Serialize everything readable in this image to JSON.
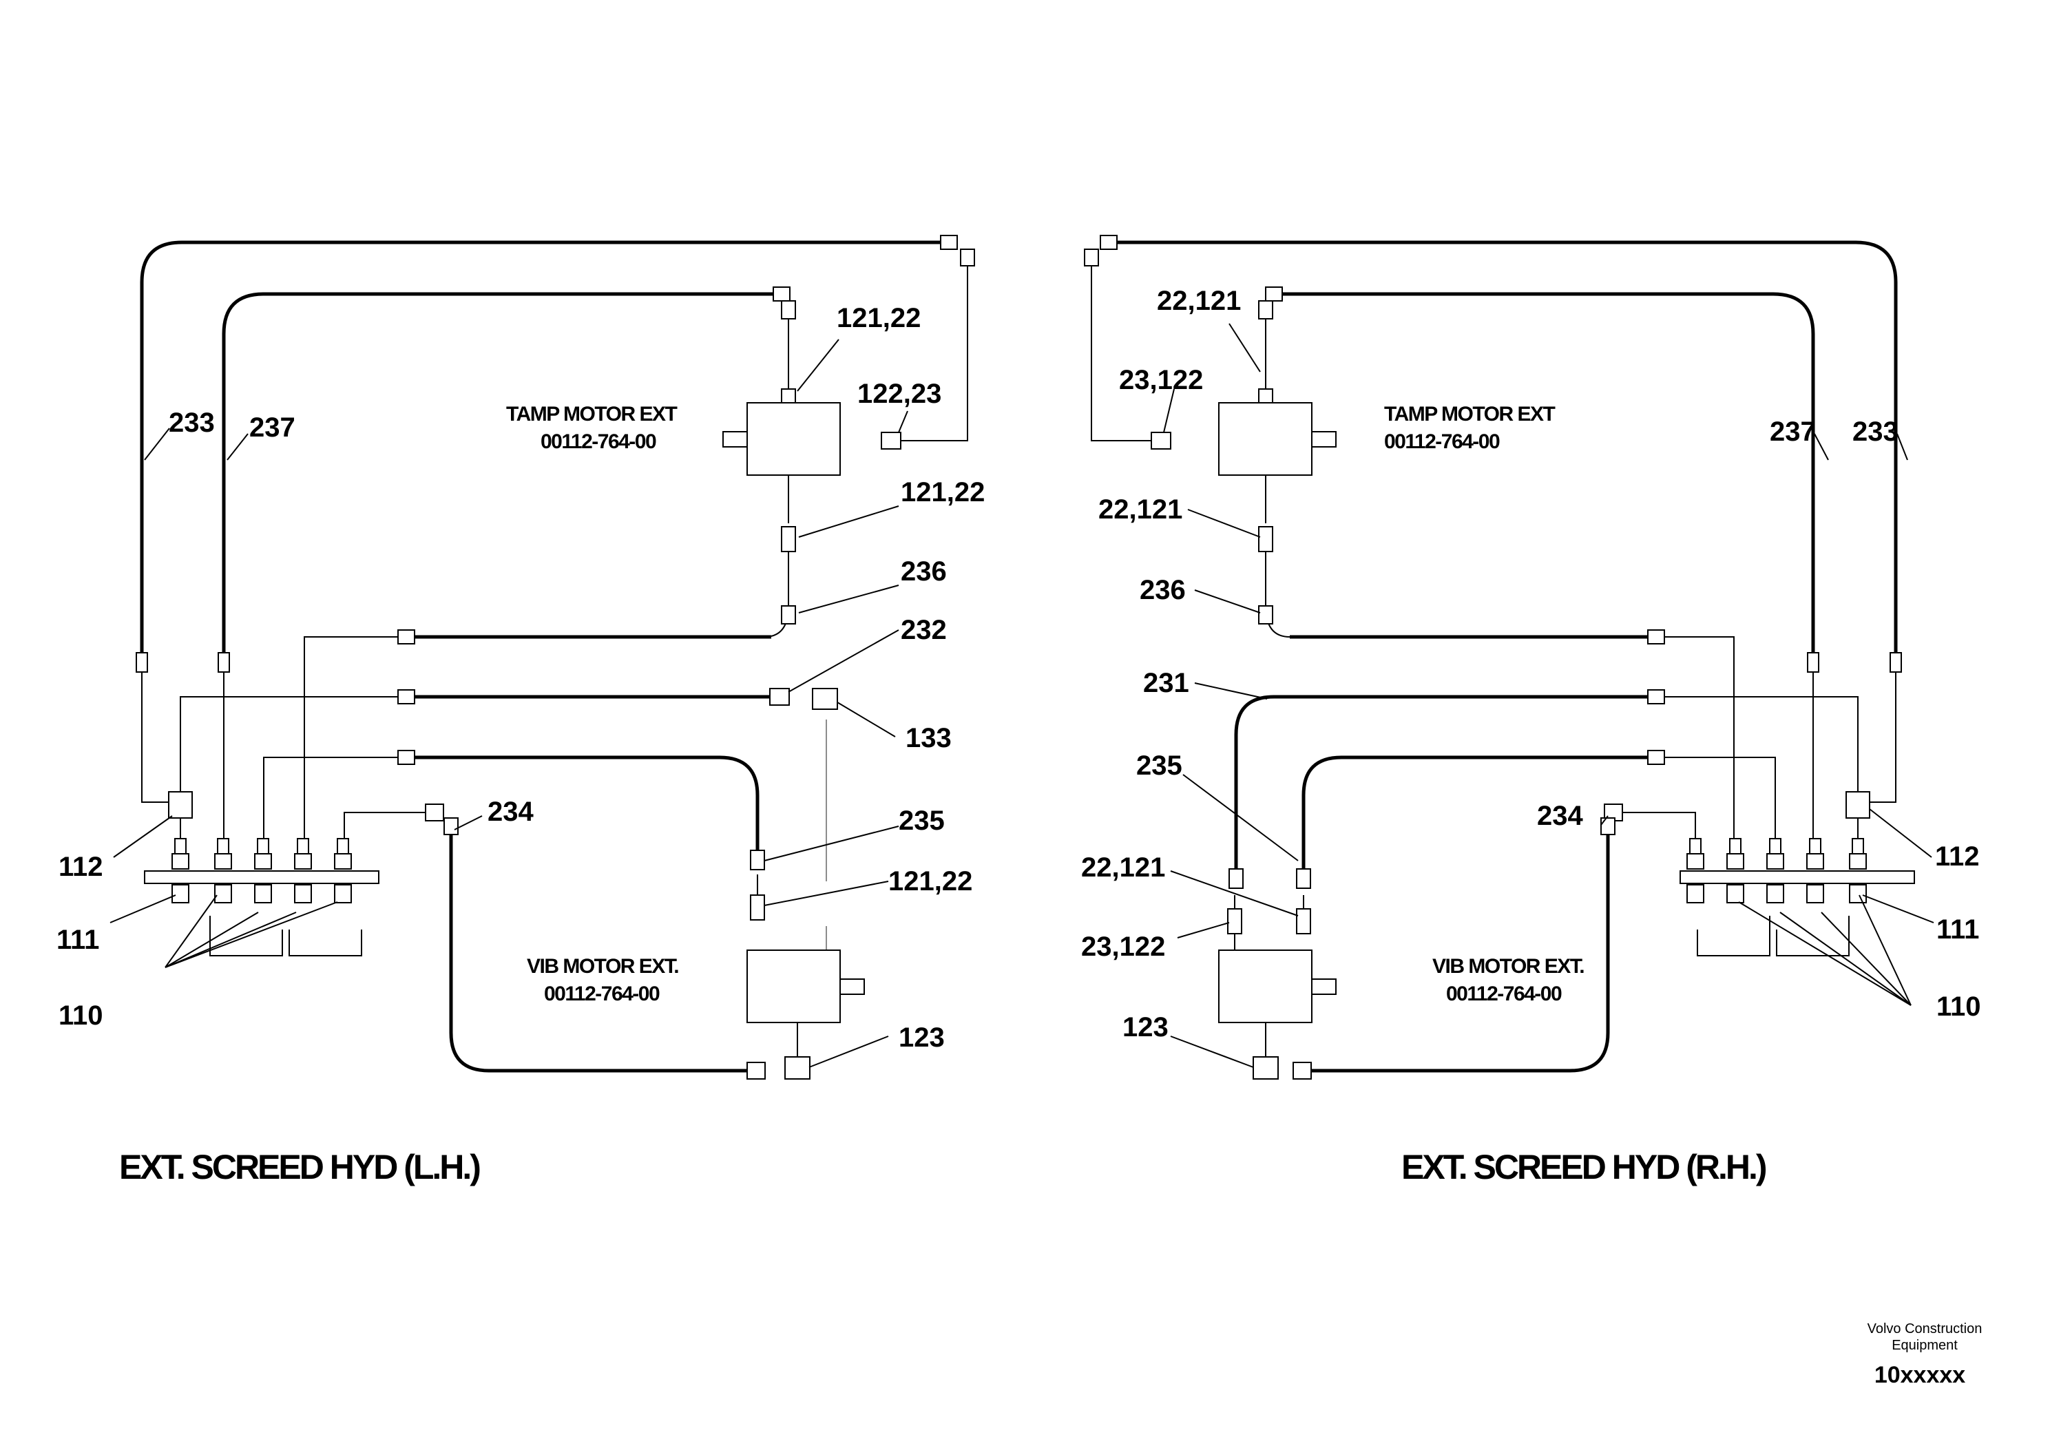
{
  "left": {
    "title": "EXT. SCREED HYD (L.H.)",
    "tamp": {
      "name": "TAMP MOTOR EXT",
      "part": "00112-764-00"
    },
    "vib": {
      "name": "VIB MOTOR EXT.",
      "part": "00112-764-00"
    },
    "callouts": {
      "c233": "233",
      "c237": "237",
      "c121a": "121,22",
      "c122": "122,23",
      "c121b": "121,22",
      "c236": "236",
      "c232": "232",
      "c133": "133",
      "c234": "234",
      "c235": "235",
      "c121c": "121,22",
      "c123": "123",
      "c112": "112",
      "c111": "111",
      "c110": "110"
    }
  },
  "right": {
    "title": "EXT. SCREED HYD (R.H.)",
    "tamp": {
      "name": "TAMP MOTOR EXT",
      "part": "00112-764-00"
    },
    "vib": {
      "name": "VIB MOTOR EXT.",
      "part": "00112-764-00"
    },
    "callouts": {
      "c22a": "22,121",
      "c23a": "23,122",
      "c22b": "22,121",
      "c236": "236",
      "c231": "231",
      "c235": "235",
      "c22c": "22,121",
      "c23b": "23,122",
      "c123": "123",
      "c237": "237",
      "c233": "233",
      "c234": "234",
      "c112": "112",
      "c111": "111",
      "c110": "110"
    }
  },
  "footer": {
    "company_line1": "Volvo Construction",
    "company_line2": "Equipment",
    "doc_number": "10xxxxx"
  }
}
